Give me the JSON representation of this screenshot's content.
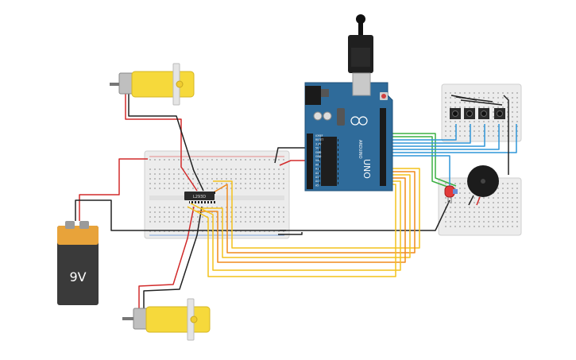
{
  "battery": {
    "label": "9V"
  },
  "driver_chip": {
    "label": "L293D"
  },
  "arduino": {
    "model": "UNO",
    "brand": "ARDUINO",
    "pin_labels": [
      "IOREF",
      "RESET",
      "3.3V",
      "5V",
      "GND",
      "GND",
      "Vin",
      "A0",
      "A1",
      "A2",
      "A3",
      "A4",
      "A5"
    ]
  },
  "components": [
    "gear-motor-top",
    "gear-motor-bottom",
    "breadboard-main",
    "breadboard-right",
    "push-button-1",
    "push-button-2",
    "push-button-3",
    "push-button-4",
    "piezo-buzzer",
    "led-red"
  ],
  "colors": {
    "arduino_board": "#2f6b9a",
    "motor_yellow": "#f6d93b",
    "battery_body": "#3a3a3a",
    "battery_top": "#e8a33a",
    "wire_red": "#d22b2b",
    "wire_black": "#222222",
    "wire_green": "#3cb043",
    "wire_blue": "#2f95d8",
    "wire_yellow": "#f3c21c",
    "wire_orange": "#f08a1c"
  }
}
